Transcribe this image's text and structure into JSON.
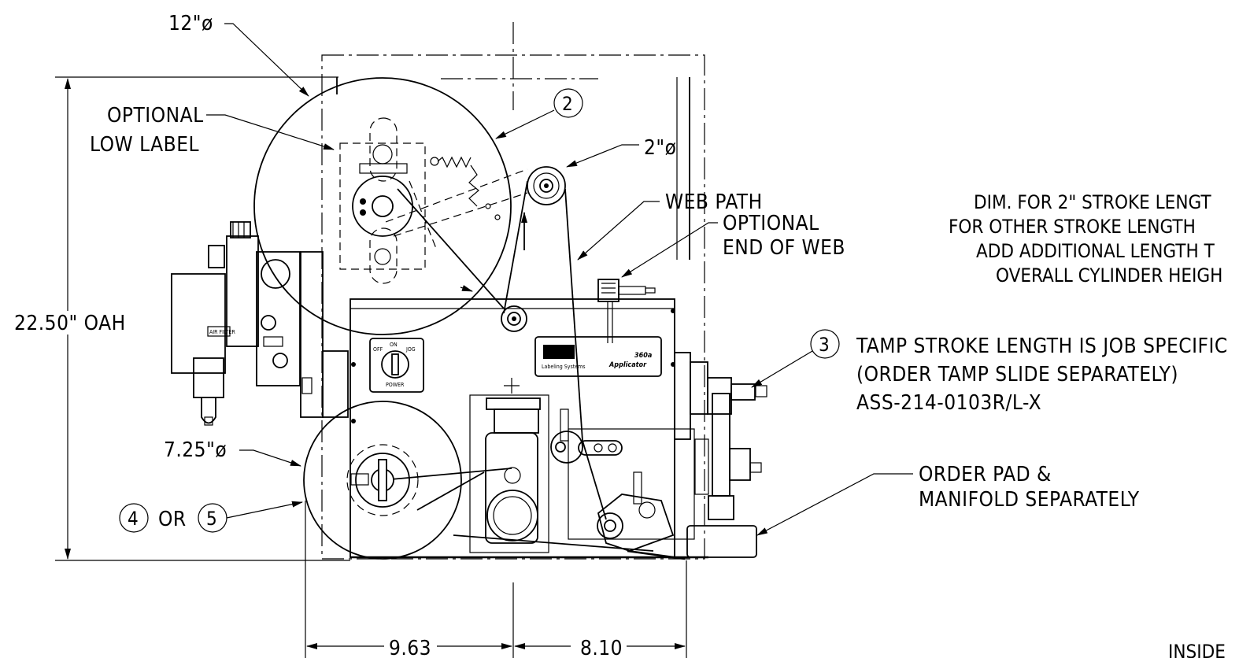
{
  "labels": {
    "roll_12": "12\"ø",
    "roll_2": "2\"ø",
    "roll_725": "7.25\"ø",
    "optional_low_label_1": "OPTIONAL",
    "optional_low_label_2": "LOW LABEL",
    "web_path": "WEB PATH",
    "end_of_web_1": "OPTIONAL",
    "end_of_web_2": "END OF WEB",
    "oah": "22.50\" OAH",
    "dim_left": "9.63",
    "dim_right": "8.10",
    "callout_2": "2",
    "callout_3": "3",
    "callout_4": "4",
    "callout_5": "5",
    "or_text": "OR",
    "order_pad_1": "ORDER PAD &",
    "order_pad_2": "MANIFOLD SEPARATELY",
    "stroke_note_1": "DIM. FOR 2\" STROKE LENGT",
    "stroke_note_2": "FOR OTHER STROKE LENGTH",
    "stroke_note_3": "ADD ADDITIONAL LENGTH T",
    "stroke_note_4": "OVERALL CYLINDER HEIGH",
    "tamp_1": "TAMP STROKE LENGTH IS JOB SPECIFIC",
    "tamp_2": "(ORDER TAMP SLIDE SEPARATELY)",
    "tamp_3": "ASS-214-0103R/L-X",
    "inside": "INSIDE"
  },
  "machine": {
    "brand_model": "360a",
    "brand_word": "Applicator",
    "brand_sub": "Labeling Systems",
    "switch_on": "ON",
    "switch_off": "OFF",
    "switch_jog": "JOG",
    "switch_power": "POWER",
    "regulator_tag": "AIR FILTER"
  }
}
